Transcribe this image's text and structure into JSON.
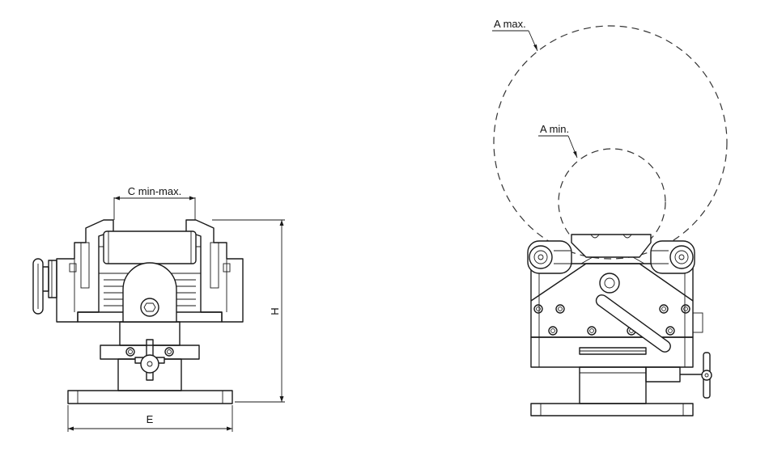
{
  "labels": {
    "c_range": "C min-max.",
    "height": "H",
    "base_width": "E",
    "a_max": "A max.",
    "a_min": "A min."
  },
  "colors": {
    "line": "#1a1a1a",
    "background": "#ffffff"
  }
}
